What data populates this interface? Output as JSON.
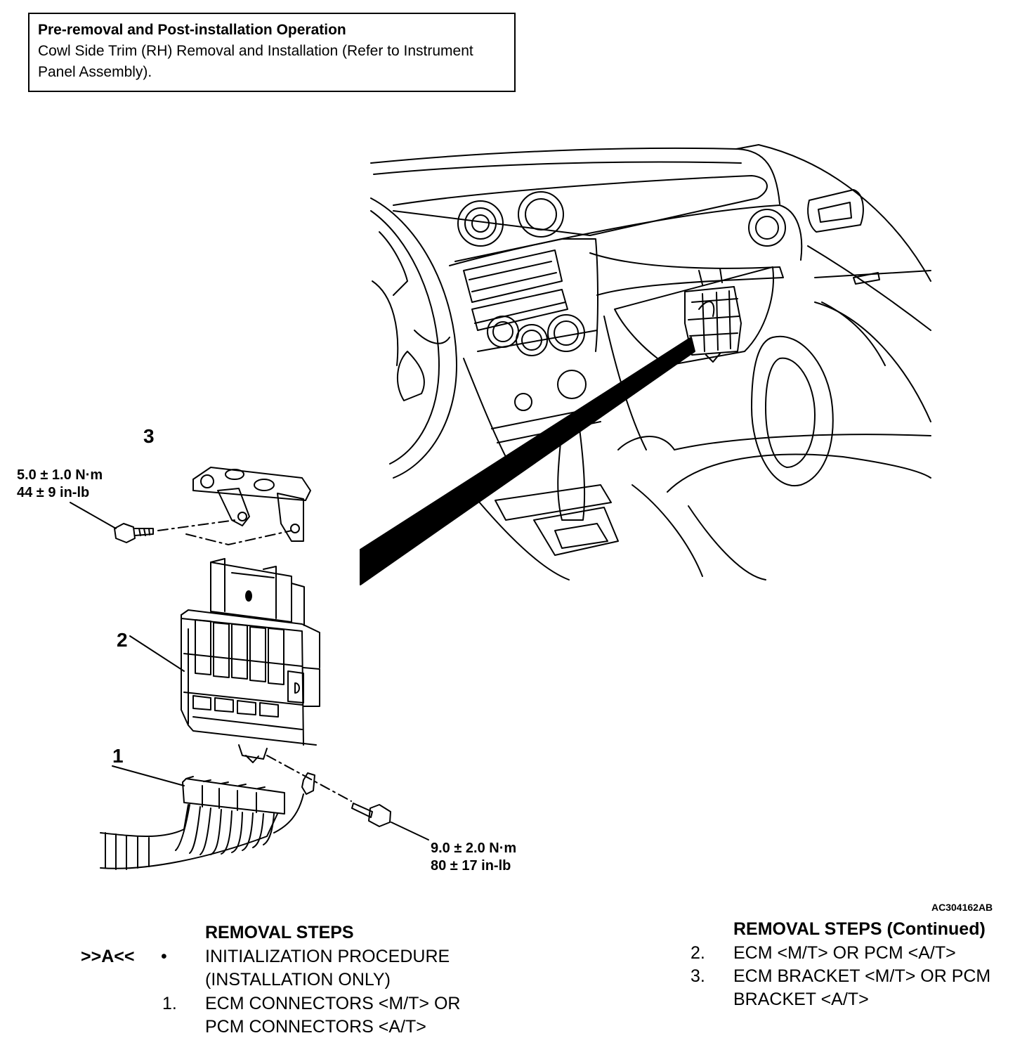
{
  "note": {
    "title": "Pre-removal and Post-installation Operation",
    "body": "Cowl Side Trim (RH) Removal and Installation (Refer to Instrument Panel Assembly)."
  },
  "callouts": {
    "n1": "1",
    "n2": "2",
    "n3": "3"
  },
  "torques": {
    "t1_nm": "5.0 ± 1.0 N·m",
    "t1_inlb": "44 ± 9 in-lb",
    "t2_nm": "9.0 ± 2.0 N·m",
    "t2_inlb": "80 ± 17 in-lb"
  },
  "figure_code": "AC304162AB",
  "removal": {
    "heading": "REMOVAL STEPS",
    "ref": ">>A<<",
    "bullet": "•",
    "steps": [
      {
        "no": "",
        "line1": "INITIALIZATION PROCEDURE",
        "line2": "(INSTALLATION ONLY)"
      },
      {
        "no": "1.",
        "line1": "ECM CONNECTORS <M/T> OR",
        "line2": "PCM CONNECTORS <A/T>"
      }
    ]
  },
  "removal_continued": {
    "heading": "REMOVAL STEPS (Continued)",
    "steps": [
      {
        "no": "2.",
        "line1": "ECM <M/T> OR PCM <A/T>",
        "line2": ""
      },
      {
        "no": "3.",
        "line1": "ECM BRACKET <M/T> OR PCM",
        "line2": "BRACKET <A/T>"
      }
    ]
  }
}
